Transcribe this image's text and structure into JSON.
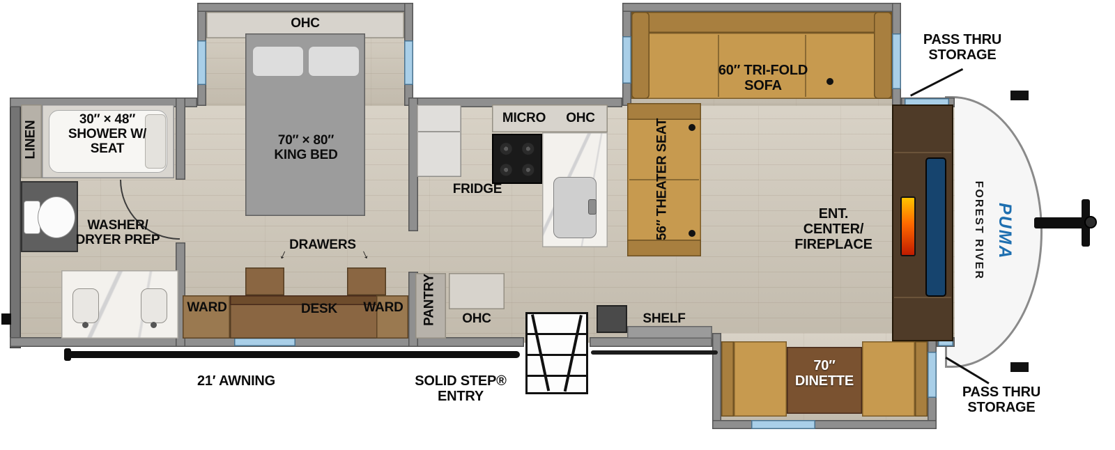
{
  "plan": {
    "ohc_bedroom": "OHC",
    "king_bed": "70″ × 80″\nKING BED",
    "drawers": "DRAWERS",
    "ward_left": "WARD",
    "desk": "DESK",
    "ward_right": "WARD",
    "linen": "LINEN",
    "shower": "30″ × 48″\nSHOWER W/\nSEAT",
    "washer_dryer": "WASHER/\nDRYER PREP",
    "pantry": "PANTRY",
    "ohc_kitchen": "OHC",
    "micro": "MICRO",
    "ohc_micro": "OHC",
    "fridge": "FRIDGE",
    "theater_seat": "56″ THEATER SEAT",
    "sofa": "60″ TRI-FOLD\nSOFA",
    "pass_thru_top": "PASS THRU\nSTORAGE",
    "pass_thru_bottom": "PASS THRU\nSTORAGE",
    "ent_center": "ENT.\nCENTER/\nFIREPLACE",
    "shelf": "SHELF",
    "dinette": "70″\nDINETTE",
    "awning": "21′ AWNING",
    "entry": "SOLID STEP®\nENTRY",
    "brand": "FOREST RIVER",
    "model": "PUMA"
  },
  "icons": {
    "drawer_arrow": "↓"
  },
  "colors": {
    "window_blue": "#a9cfe8",
    "wall_gray": "#8f8f8f",
    "floor_wood": "#cec6b7",
    "furniture_tan": "#c79a4f",
    "furniture_tan_dark": "#a87f3f",
    "wood_brown": "#8a6642",
    "table_brown": "#7a5230",
    "cabinet_light": "#d7d3cc",
    "marble_white": "#f3f1ed",
    "ent_cabinet": "#4f3b28",
    "tv_blue": "#16446e",
    "fireplace_orange": "#ff6a00",
    "puma_blue": "#1e6fb0"
  }
}
